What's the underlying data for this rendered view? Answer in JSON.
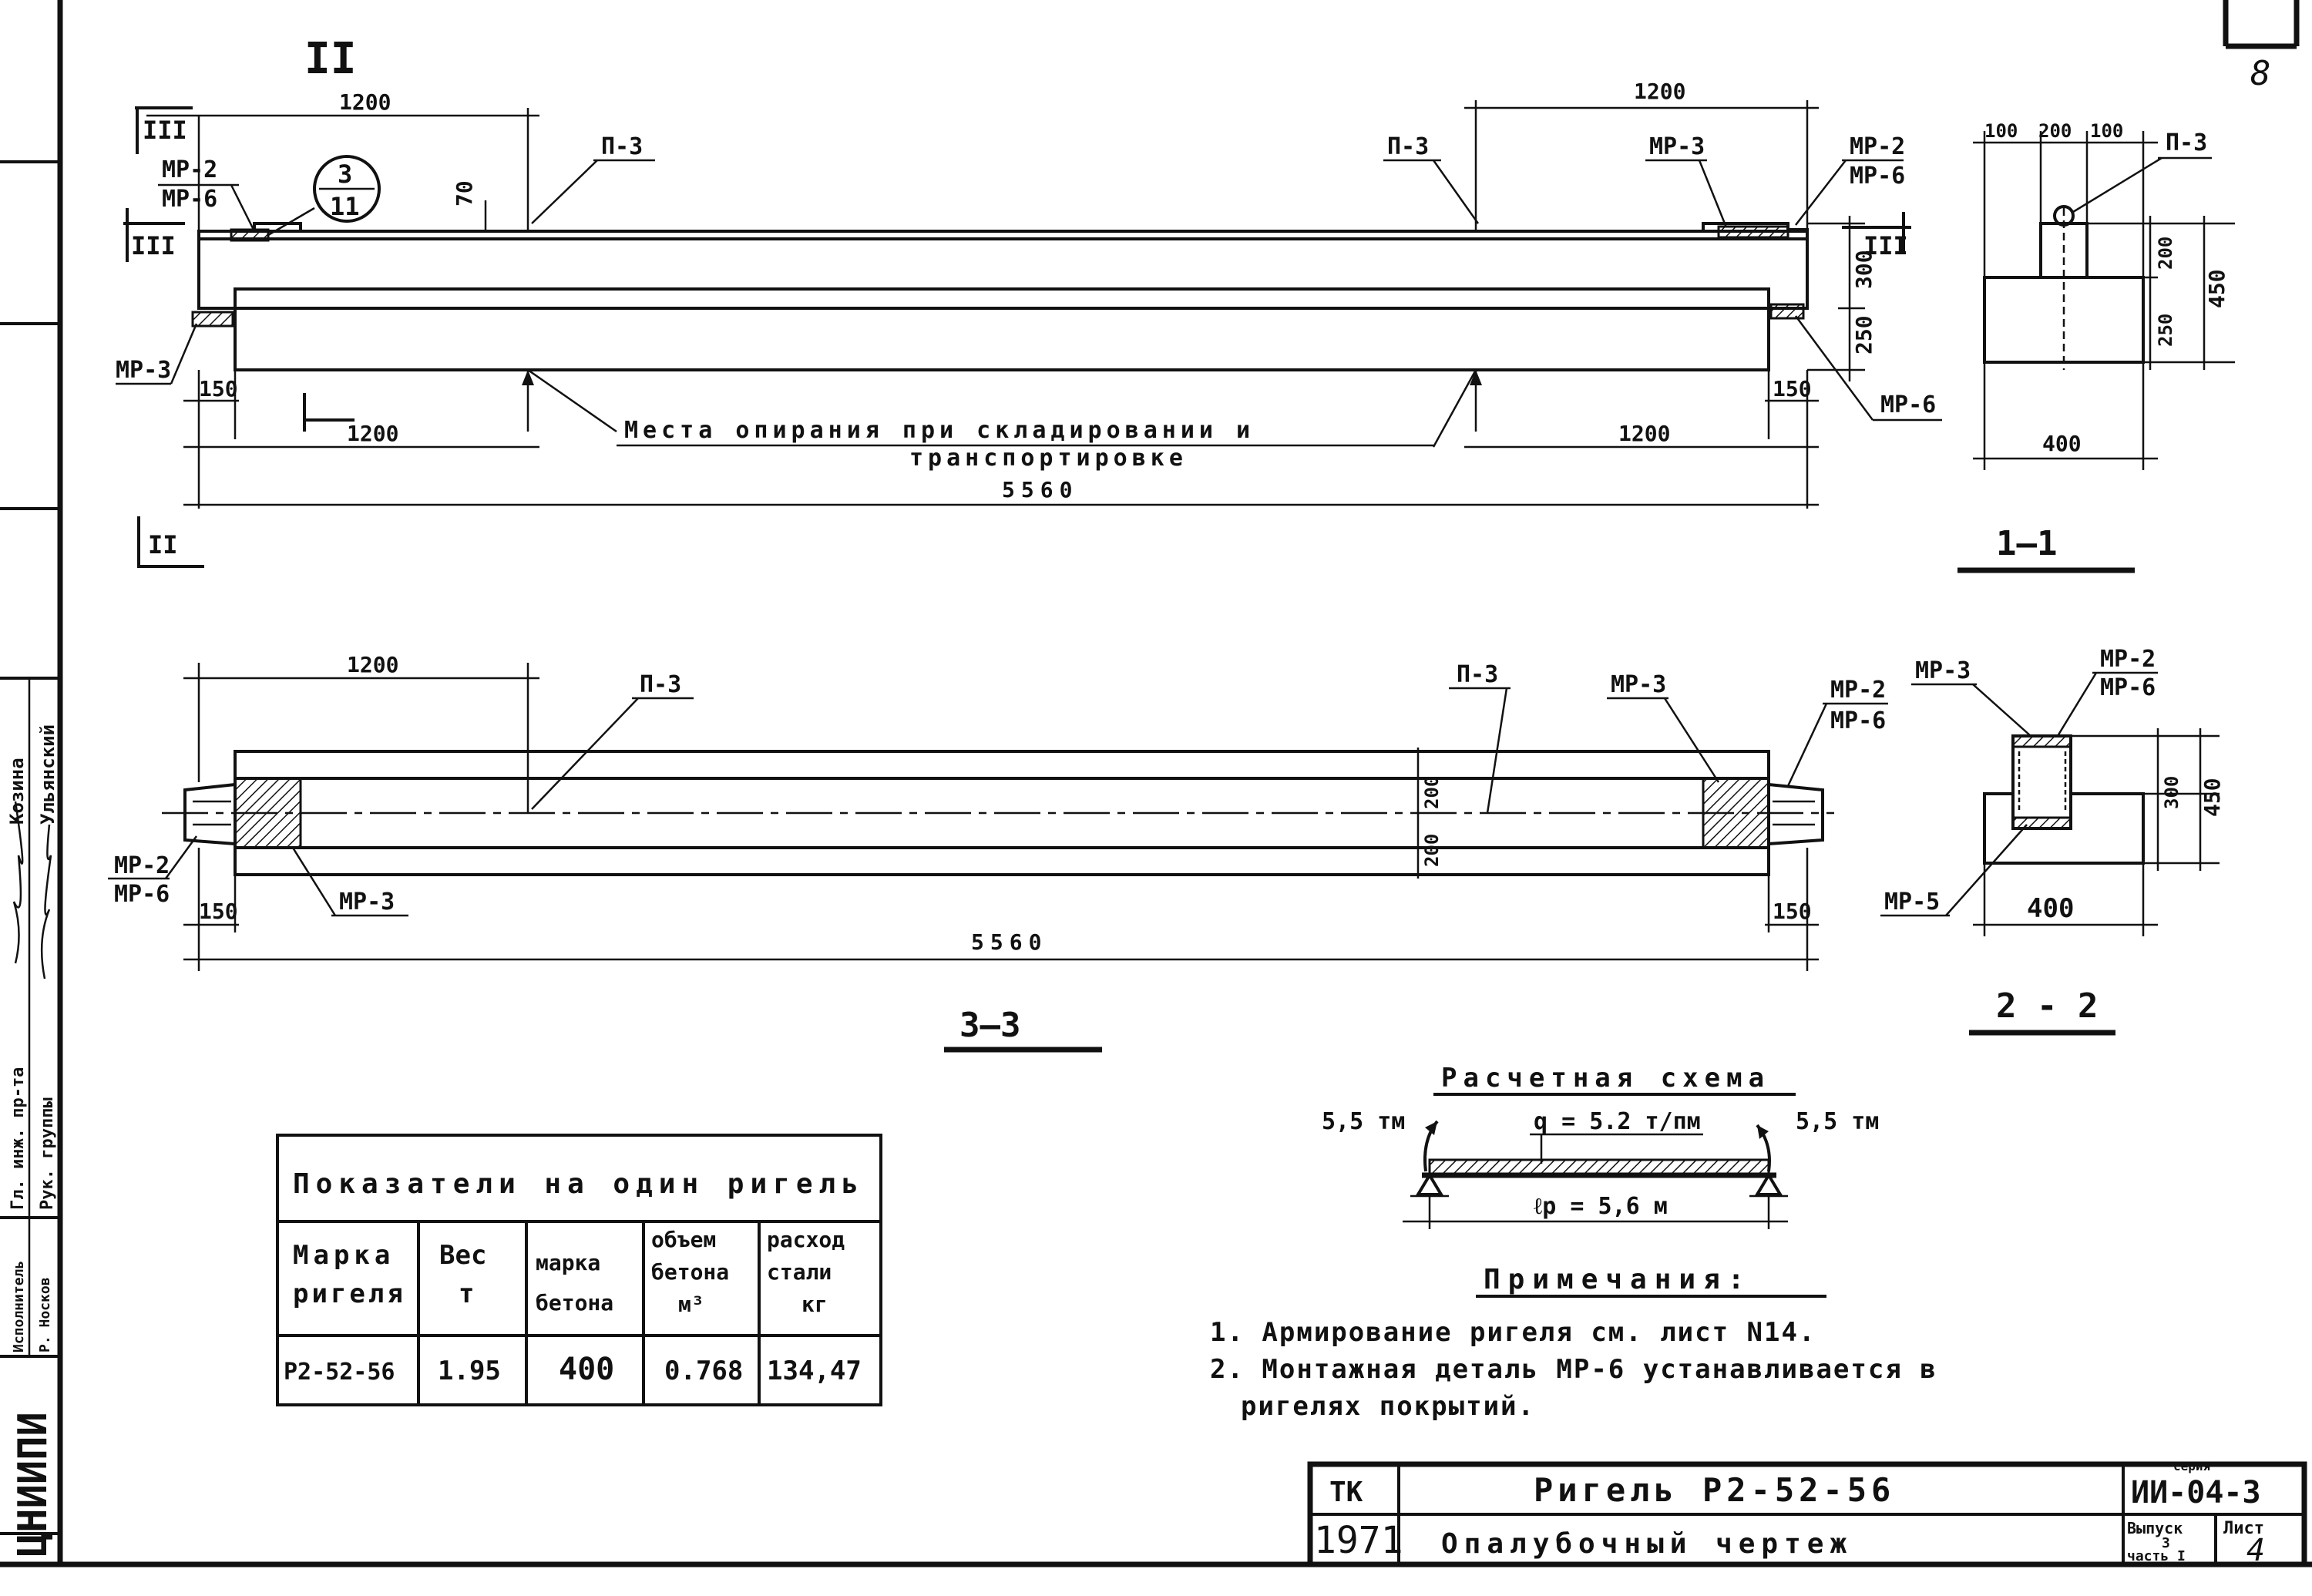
{
  "sheet": {
    "page_number": "8"
  },
  "views": {
    "front": {
      "section_marks": [
        "II",
        "III",
        "III",
        "III"
      ],
      "dims": {
        "left_top": "1200",
        "right_top": "1200",
        "left_bottom": "1200",
        "right_bottom": "1200",
        "end_left": "150",
        "end_right": "150",
        "total": "5560",
        "step": "70"
      },
      "sec_height_dims": [
        "300",
        "250"
      ],
      "callout": {
        "top": "3",
        "bottom": "11"
      },
      "labels": {
        "p3_left": "П-3",
        "p3_right": "П-3",
        "mp2_mp6_left": [
          "МР-2",
          "МР-6"
        ],
        "mp3_left": "МР-3",
        "mp3_right": "МР-3",
        "mp2_mp6_right": [
          "МР-2",
          "МР-6"
        ],
        "mp6_right": "МР-6"
      },
      "support_note_line1": "Места опирания при складировании и",
      "support_note_line2": "транспортировке"
    },
    "plan": {
      "dims": {
        "top": "1200",
        "end_left": "150",
        "end_right": "150",
        "total": "5560",
        "w1": "200",
        "w2": "200"
      },
      "labels": {
        "p3_left": "П-3",
        "p3_right": "П-3",
        "mp3_top": "МР-3",
        "mp2_mp6_right": [
          "МР-2",
          "МР-6"
        ],
        "mp2_mp6_left": [
          "МР-2",
          "МР-6"
        ],
        "mp3_bottom": "МР-3"
      },
      "title": "3—3"
    },
    "section_1_1": {
      "dims_top": [
        "100",
        "200",
        "100"
      ],
      "dims_side": [
        "200",
        "250",
        "450"
      ],
      "width": "400",
      "label": "П-3",
      "title": "1—1"
    },
    "section_2_2": {
      "labels": {
        "mp3": "МР-3",
        "mp2_mp6": [
          "МР-2",
          "МР-6"
        ],
        "mp5": "МР-5"
      },
      "dims_side": [
        "300",
        "450"
      ],
      "width": "400",
      "title": "2 - 2"
    }
  },
  "scheme": {
    "title": "Расчетная схема",
    "moment_left": "5,5 тм",
    "moment_right": "5,5 тм",
    "load": "q = 5.2 т/пм",
    "span": "ℓр = 5,6 м"
  },
  "notes": {
    "title": "Примечания:",
    "items": [
      "1. Армирование ригеля см. лист N14.",
      "2. Монтажная деталь МР-6 устанавливается в",
      "ригелях покрытий."
    ]
  },
  "indicators": {
    "title": "Показатели на один ригель",
    "headers": [
      [
        "Марка",
        "ригеля"
      ],
      [
        "Вес",
        "т"
      ],
      [
        "марка",
        "бетона"
      ],
      [
        "объем",
        "бетона",
        "м³"
      ],
      [
        "расход",
        "стали",
        "кг"
      ]
    ],
    "row": [
      "Р2-52-56",
      "1.95",
      "400",
      "0.768",
      "134,47"
    ]
  },
  "title_block": {
    "org": "ТК",
    "year": "1971",
    "name": "Ригель Р2-52-56",
    "drawing": "Опалубочный чертеж",
    "series_label": "серия",
    "series": "ИИ-04-3",
    "issue_label": [
      "Выпуск",
      "3",
      "часть I"
    ],
    "sheet_label": "Лист",
    "sheet_no": "4"
  },
  "side_stamp": {
    "institute": "ЦНИИПИ",
    "rows": [
      {
        "role": "Гл. инж. пр-та",
        "name": "Ульянский"
      },
      {
        "role": "Рук. группы",
        "name": "Козина"
      },
      {
        "role": "Исполнитель",
        "name": "Р. Носков"
      }
    ]
  }
}
